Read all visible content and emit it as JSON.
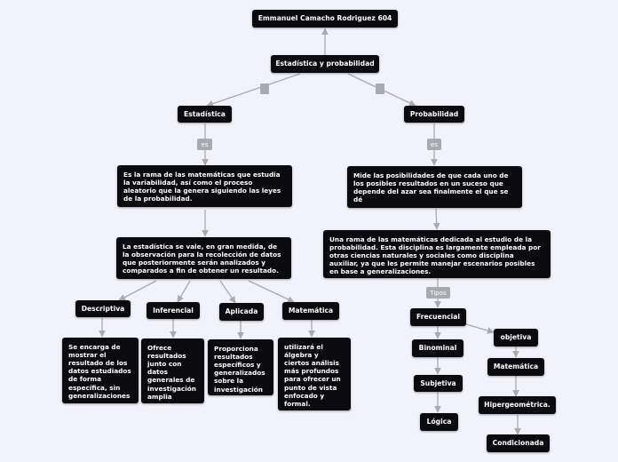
{
  "author": "Emmanuel Camacho Rodriguez   604",
  "root": "Estadística y probabilidad",
  "estadistica": {
    "title": "Estadística",
    "link_label": "es",
    "definition": "Es la rama de las matemáticas que estudia la variabilidad, así como el proceso aleatorio que la genera siguiendo las leyes de la probabilidad.",
    "detail": "La estadística se vale, en gran medida, de la observación para la recolección de datos que posteriormente serán analizados y comparados a fin de obtener un resultado.",
    "types": [
      {
        "label": "Descriptiva",
        "description": "Se encarga de mostrar el resultado de los datos estudiados de forma específica, sin generalizaciones"
      },
      {
        "label": "Inferencial",
        "description": "Ofrece resultados junto con datos generales de investigación amplia"
      },
      {
        "label": "Aplicada",
        "description": "Proporciona resultados específicos y generalizados sobre la investigación"
      },
      {
        "label": "Matemática",
        "description": "utilizará el álgebra y ciertos análisis más profundos para ofrecer un punto de vista enfocado y formal."
      }
    ]
  },
  "probabilidad": {
    "title": "Probabilidad",
    "link_label": "es",
    "definition": "Mide las posibilidades de que cada uno de los posibles resultados en un suceso que depende del azar sea finalmente el que se dé",
    "detail": "Una rama de las matemáticas dedicada al estudio de la probabilidad. Esta disciplina es largamente empleada por otras ciencias naturales y sociales como disciplina auxiliar, ya que les permite manejar escenarios posibles en base a generalizaciones.",
    "types_label": "Tipos",
    "types_left": [
      "Frecuencial",
      "Binominal",
      "Subjetiva",
      "Lógica"
    ],
    "types_right": [
      "objetiva",
      "Matemática",
      "Hipergeométrica.",
      "Condicionada"
    ]
  }
}
